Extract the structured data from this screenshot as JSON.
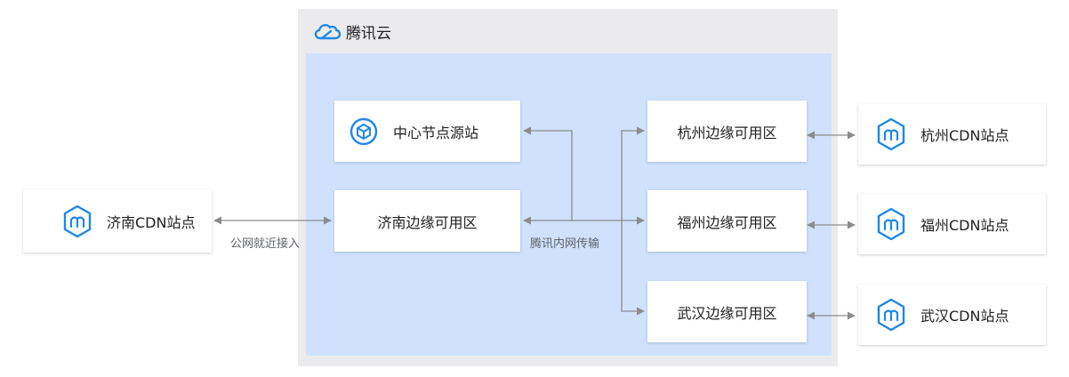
{
  "brand": {
    "name": "腾讯云",
    "logo_icon": "tencent-cloud-logo-icon",
    "accent": "#1e88e5"
  },
  "nodes": {
    "jinan_cdn": {
      "label": "济南CDN站点",
      "icon": "cdn-site-icon"
    },
    "origin": {
      "label": "中心节点源站",
      "icon": "origin-server-icon"
    },
    "jinan_edge": {
      "label": "济南边缘可用区"
    },
    "hangzhou_edge": {
      "label": "杭州边缘可用区"
    },
    "fuzhou_edge": {
      "label": "福州边缘可用区"
    },
    "wuhan_edge": {
      "label": "武汉边缘可用区"
    },
    "hangzhou_cdn": {
      "label": "杭州CDN站点",
      "icon": "cdn-site-icon"
    },
    "fuzhou_cdn": {
      "label": "福州CDN站点",
      "icon": "cdn-site-icon"
    },
    "wuhan_cdn": {
      "label": "武汉CDN站点",
      "icon": "cdn-site-icon"
    }
  },
  "edge_labels": {
    "public_access": "公网就近接入",
    "internal_transfer": "腾讯内网传输"
  },
  "colors": {
    "frame": "#ebebed",
    "zone": "#cfe1fd",
    "connector": "#8c8c8c",
    "icon_blue": "#1e88e5"
  }
}
